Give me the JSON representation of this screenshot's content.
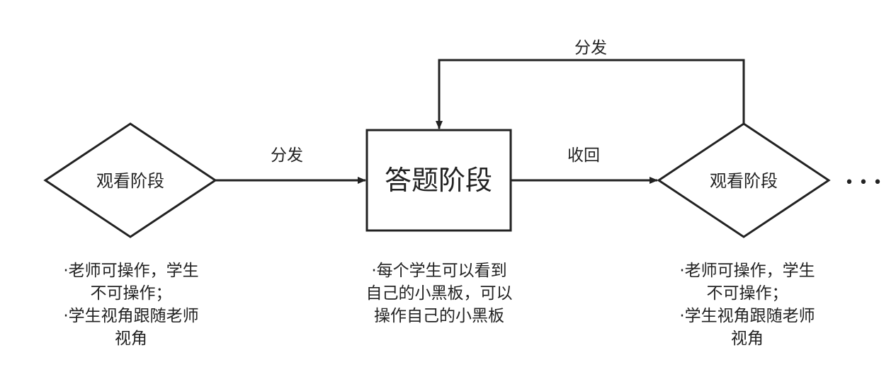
{
  "nodes": {
    "left_diamond": {
      "label": "观看阶段"
    },
    "center_box": {
      "label": "答题阶段"
    },
    "right_diamond": {
      "label": "观看阶段"
    }
  },
  "edges": {
    "left_to_center": {
      "label": "分发"
    },
    "center_to_right": {
      "label": "收回"
    },
    "right_to_center_loop": {
      "label": "分发"
    }
  },
  "continuation": "• • •",
  "descriptions": {
    "left": [
      "·老师可操作，学生",
      "不可操作；",
      "·学生视角跟随老师",
      "视角"
    ],
    "center": [
      "·每个学生可以看到",
      "自己的小黑板，可以",
      "操作自己的小黑板"
    ],
    "right": [
      "·老师可操作，学生",
      "不可操作；",
      "·学生视角跟随老师",
      "视角"
    ]
  }
}
